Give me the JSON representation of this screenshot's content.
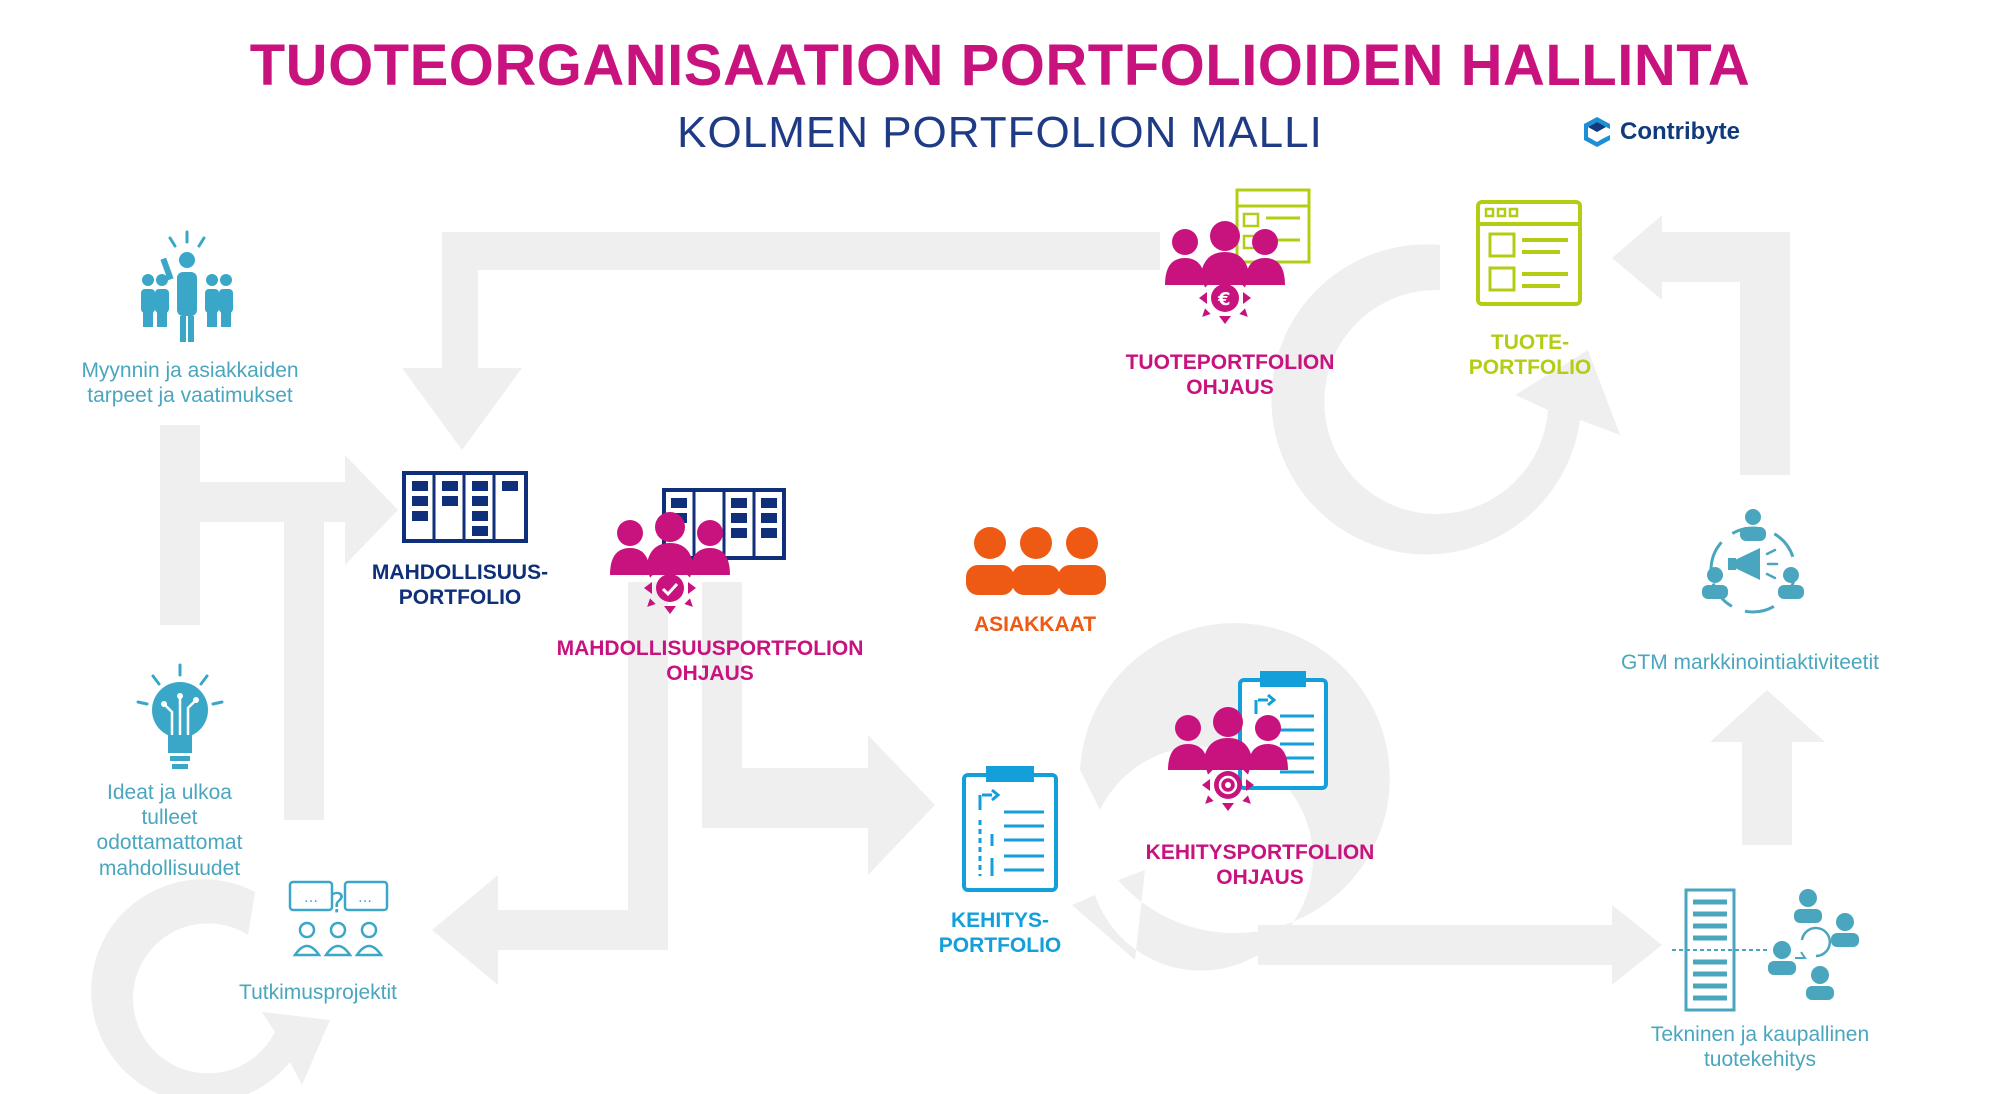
{
  "header": {
    "title": "TUOTEORGANISAATION PORTFOLIOIDEN HALLINTA",
    "subtitle": "KOLMEN PORTFOLION MALLI"
  },
  "logo": {
    "text": "Contribyte"
  },
  "nodes": {
    "sales_needs": {
      "label": "Myynnin ja asiakkaiden tarpeet ja vaatimukset",
      "icon": "leader-group-icon"
    },
    "ideas": {
      "label": "Ideat ja ulkoa tulleet odottamattomat mahdollisuudet",
      "icon": "lightbulb-icon"
    },
    "research": {
      "label": "Tutkimusprojektit",
      "icon": "discussion-group-icon"
    },
    "opportunity_portfolio": {
      "line1": "MAHDOLLISUUS-",
      "line2": "PORTFOLIO",
      "icon": "kanban-board-icon"
    },
    "opportunity_governance": {
      "line1": "MAHDOLLISUUSPORTFOLION",
      "line2": "OHJAUS",
      "icon": "governance-check-icon"
    },
    "customers": {
      "label": "ASIAKKAAT",
      "icon": "customers-icon"
    },
    "product_governance": {
      "line1": "TUOTEPORTFOLION",
      "line2": "OHJAUS",
      "icon": "governance-euro-icon"
    },
    "product_portfolio": {
      "line1": "TUOTE-",
      "line2": "PORTFOLIO",
      "icon": "product-window-icon"
    },
    "gtm": {
      "label": "GTM markkinointiaktiviteetit",
      "icon": "megaphone-team-icon"
    },
    "development_portfolio": {
      "line1": "KEHITYS-",
      "line2": "PORTFOLIO",
      "icon": "clipboard-icon"
    },
    "development_governance": {
      "line1": "KEHITYSPORTFOLION",
      "line2": "OHJAUS",
      "icon": "governance-target-icon"
    },
    "tech_commercial": {
      "label": "Tekninen ja kaupallinen tuotekehitys",
      "icon": "backlog-team-icon"
    }
  },
  "colors": {
    "title": "#c8137f",
    "subtitle": "#1f3b86",
    "navy": "#0f2f7a",
    "magenta": "#c8137f",
    "orange": "#ee5a14",
    "lime": "#b4cd14",
    "blue": "#139fd9",
    "teal": "#4aa6be",
    "arrow": "#efefef"
  }
}
